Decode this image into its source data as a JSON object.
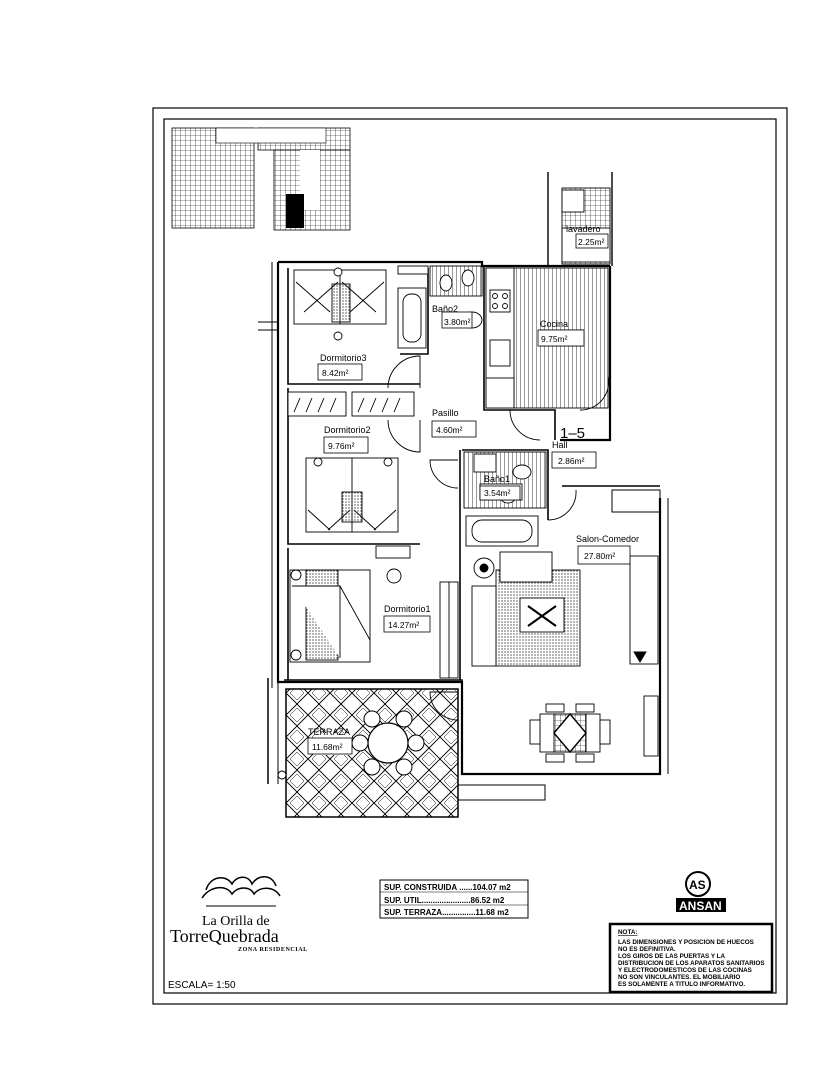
{
  "unit": {
    "label": "1–5"
  },
  "rooms": [
    {
      "key": "dormitorio3",
      "name": "Dormitorio3",
      "area": "8.42m²"
    },
    {
      "key": "bano2",
      "name": "Baño2",
      "area": "3.80m²"
    },
    {
      "key": "cocina",
      "name": "Cocina",
      "area": "9.75m²"
    },
    {
      "key": "lavadero",
      "name": "lavadero",
      "area": "2.25m²"
    },
    {
      "key": "pasillo",
      "name": "Pasillo",
      "area": "4.60m²"
    },
    {
      "key": "dormitorio2",
      "name": "Dormitorio2",
      "area": "9.76m²"
    },
    {
      "key": "hall",
      "name": "Hall",
      "area": "2.86m²"
    },
    {
      "key": "bano1",
      "name": "Baño1",
      "area": "3.54m²"
    },
    {
      "key": "salon",
      "name": "Salon-Comedor",
      "area": "27.80m²"
    },
    {
      "key": "dormitorio1",
      "name": "Dormitorio1",
      "area": "14.27m²"
    },
    {
      "key": "terraza",
      "name": "TERRAZA",
      "area": "11.68m²"
    }
  ],
  "surfaces": [
    "SUP. CONSTRUIDA ......104.07  m2",
    "SUP. UTIL......................86.52  m2",
    "SUP. TERRAZA...............11.68  m2"
  ],
  "logo": {
    "line1": "La Orilla de",
    "line2": "TorreQuebrada",
    "line3": "ZONA RESIDENCIAL"
  },
  "brand": {
    "name": "ANSAN",
    "mark": "AS"
  },
  "nota": {
    "title": "NOTA:",
    "lines": [
      "LAS DIMENSIONES Y POSICION DE HUECOS",
      "NO ES DEFINITIVA.",
      "LOS GIROS DE LAS PUERTAS Y LA",
      "DISTRIBUCION DE LOS APARATOS SANITARIOS",
      "Y ELECTRODOMESTICOS DE LAS COCINAS",
      "NO SON VINCULANTES. EL MOBILIARIO",
      "ES SOLAMENTE A TITULO INFORMATIVO."
    ]
  },
  "scale": "ESCALA= 1:50"
}
